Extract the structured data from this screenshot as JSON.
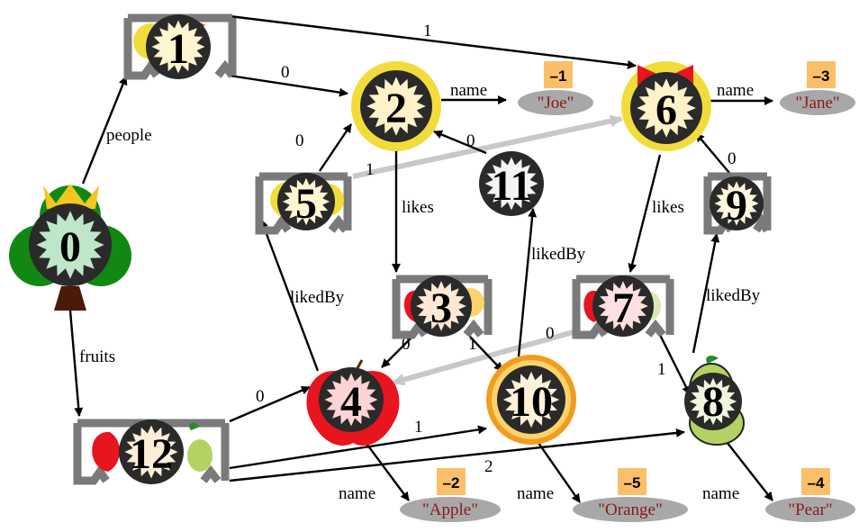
{
  "graph": {
    "nodes": [
      {
        "id": "0",
        "label": "0",
        "kind": "root-tree"
      },
      {
        "id": "1",
        "label": "1",
        "kind": "array"
      },
      {
        "id": "2",
        "label": "2",
        "kind": "person"
      },
      {
        "id": "3",
        "label": "3",
        "kind": "array"
      },
      {
        "id": "4",
        "label": "4",
        "kind": "apple"
      },
      {
        "id": "5",
        "label": "5",
        "kind": "array"
      },
      {
        "id": "6",
        "label": "6",
        "kind": "person-bow"
      },
      {
        "id": "7",
        "label": "7",
        "kind": "array"
      },
      {
        "id": "8",
        "label": "8",
        "kind": "pear"
      },
      {
        "id": "9",
        "label": "9",
        "kind": "array"
      },
      {
        "id": "10",
        "label": "10",
        "kind": "orange"
      },
      {
        "id": "11",
        "label": "11",
        "kind": "object"
      },
      {
        "id": "12",
        "label": "12",
        "kind": "array"
      }
    ],
    "values": [
      {
        "id": "v1",
        "badge": "–1",
        "text": "\"Joe\""
      },
      {
        "id": "v2",
        "badge": "–2",
        "text": "\"Apple\""
      },
      {
        "id": "v3",
        "badge": "–3",
        "text": "\"Jane\""
      },
      {
        "id": "v4",
        "badge": "–4",
        "text": "\"Pear\""
      },
      {
        "id": "v5",
        "badge": "–5",
        "text": "\"Orange\""
      }
    ],
    "edges": [
      {
        "from": "0",
        "to": "1",
        "label": "people"
      },
      {
        "from": "0",
        "to": "12",
        "label": "fruits"
      },
      {
        "from": "1",
        "to": "2",
        "label": "0"
      },
      {
        "from": "1",
        "to": "6",
        "label": "1"
      },
      {
        "from": "2",
        "to": "v1",
        "label": "name"
      },
      {
        "from": "2",
        "to": "3",
        "label": "likes"
      },
      {
        "from": "6",
        "to": "v3",
        "label": "name"
      },
      {
        "from": "6",
        "to": "7",
        "label": "likes"
      },
      {
        "from": "5",
        "to": "2",
        "label": "0"
      },
      {
        "from": "5",
        "to": "6",
        "label": "1",
        "style": "grey"
      },
      {
        "from": "11",
        "to": "2",
        "label": "0"
      },
      {
        "from": "9",
        "to": "6",
        "label": "0"
      },
      {
        "from": "3",
        "to": "4",
        "label": "0"
      },
      {
        "from": "3",
        "to": "10",
        "label": "1"
      },
      {
        "from": "7",
        "to": "4",
        "label": "0",
        "style": "grey"
      },
      {
        "from": "7",
        "to": "8",
        "label": "1"
      },
      {
        "from": "4",
        "to": "5",
        "label": "likedBy"
      },
      {
        "from": "10",
        "to": "11",
        "label": "likedBy"
      },
      {
        "from": "8",
        "to": "9",
        "label": "likedBy"
      },
      {
        "from": "4",
        "to": "v2",
        "label": "name"
      },
      {
        "from": "10",
        "to": "v5",
        "label": "name"
      },
      {
        "from": "8",
        "to": "v4",
        "label": "name"
      },
      {
        "from": "12",
        "to": "4",
        "label": "0"
      },
      {
        "from": "12",
        "to": "10",
        "label": "1"
      },
      {
        "from": "12",
        "to": "8",
        "label": "2"
      }
    ]
  },
  "colors": {
    "person": "#f2dc3c",
    "apple": "#e8141e",
    "orange": "#f29b1e",
    "pear": "#b4d264",
    "tree": "#118811",
    "array_frame": "#7a7a7a",
    "value_oval": "#a8a8a8",
    "badge": "#fbbf6a",
    "grey_edge": "#c8c8c8"
  }
}
